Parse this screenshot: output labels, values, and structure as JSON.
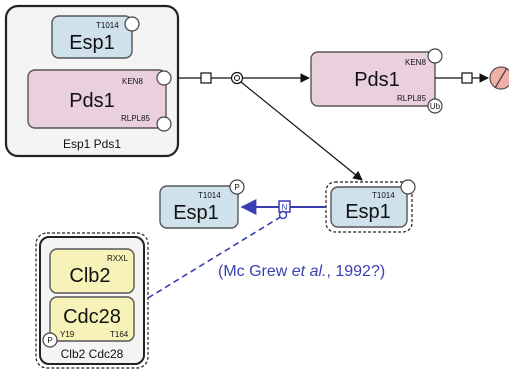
{
  "complexes": {
    "esp1_pds1": {
      "label": "Esp1 Pds1",
      "esp1": {
        "name": "Esp1",
        "site": "T1014"
      },
      "pds1": {
        "name": "Pds1",
        "site_top": "KEN8",
        "site_bottom": "RLPL85"
      }
    },
    "clb2_cdc28": {
      "label": "Clb2 Cdc28",
      "clb2": {
        "name": "Clb2",
        "site": "RXXL"
      },
      "cdc28": {
        "name": "Cdc28",
        "site_left": "Y19",
        "site_right": "T164",
        "state_p": "P"
      }
    }
  },
  "nodes": {
    "pds1_free": {
      "name": "Pds1",
      "site_top": "KEN8",
      "site_bottom": "RLPL85",
      "state_ub": "Ub"
    },
    "esp1_phos": {
      "name": "Esp1",
      "site": "T1014",
      "state_p": "P"
    },
    "esp1_free": {
      "name": "Esp1",
      "site": "T1014"
    },
    "inhibition_marker": "N"
  },
  "citation": {
    "prefix": "(Mc Grew ",
    "etal": "et al.",
    "suffix": ", 1992?)"
  },
  "colors": {
    "esp1_fill": "#cfe2ec",
    "pds1_fill": "#ead0dd",
    "clb2_fill": "#f7f3b8",
    "inhibition": "#3a3fb0",
    "degradation": "#f0b0a8"
  }
}
